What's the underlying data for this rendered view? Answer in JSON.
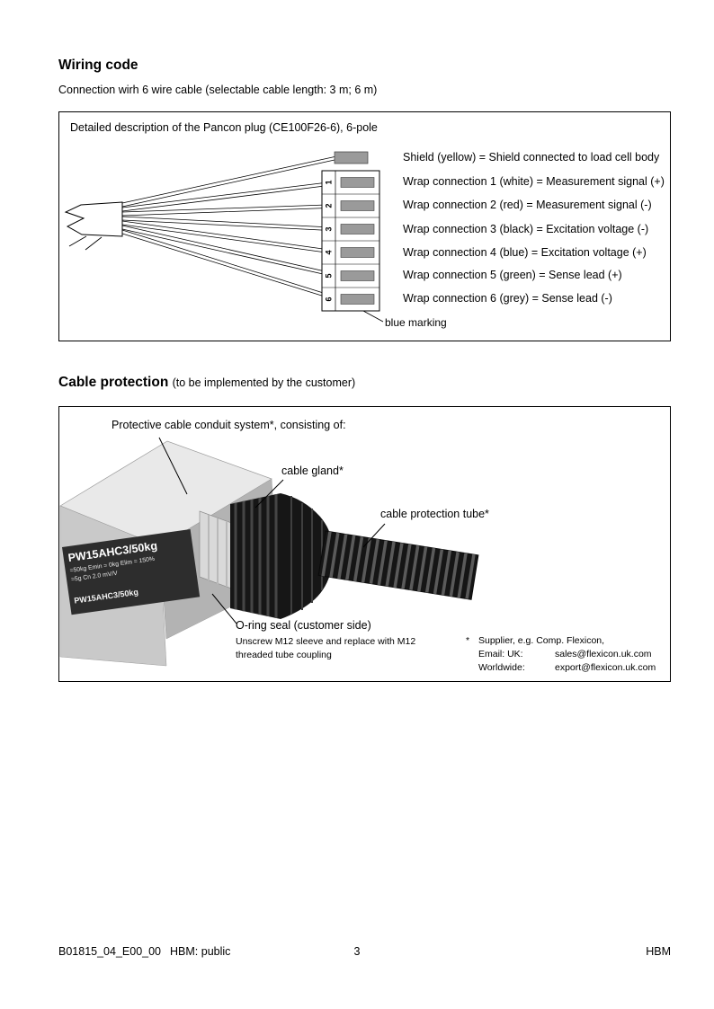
{
  "wiring": {
    "title": "Wiring code",
    "intro": "Connection wirh 6 wire cable (selectable cable length: 3 m; 6 m)",
    "box_caption": "Detailed description of the Pancon plug (CE100F26-6), 6-pole",
    "pins": [
      "1",
      "2",
      "3",
      "4",
      "5",
      "6"
    ],
    "labels": [
      "Shield (yellow) = Shield connected to load cell body",
      "Wrap connection 1 (white) = Measurement signal (+)",
      "Wrap connection 2 (red) = Measurement signal (-)",
      "Wrap connection 3 (black) = Excitation voltage (-)",
      "Wrap connection 4 (blue) = Excitation voltage (+)",
      "Wrap connection 5 (green) = Sense lead (+)",
      "Wrap connection 6 (grey) = Sense lead (-)"
    ],
    "blue_marking": "blue marking"
  },
  "protection": {
    "title": "Cable protection",
    "subtitle": "(to be implemented by the customer)",
    "conduit_label": "Protective cable conduit system*, consisting of:",
    "gland_label": "cable gland*",
    "tube_label": "cable protection tube*",
    "oring_label": "O-ring seal (customer side)",
    "oring_note_1": "Unscrew M12 sleeve and replace with M12",
    "oring_note_2": "threaded tube coupling",
    "loadcell": {
      "line1": "PW15AHC3/50kg",
      "line2": "=50kg Emin = 0kg Elim = 150%",
      "line3": "=5g Cn 2.0 mV/V",
      "line4": "PW15AHC3/50kg"
    },
    "supplier": {
      "star": "*",
      "name": "Supplier, e.g. Comp. Flexicon,",
      "email_label": "Email: UK:",
      "email_value": "sales@flexicon.uk.com",
      "worldwide_label": "Worldwide:",
      "worldwide_value": "export@flexicon.uk.com"
    }
  },
  "footer": {
    "doc_id": "B01815_04_E00_00",
    "visibility": "HBM: public",
    "page_number": "3",
    "brand": "HBM"
  }
}
